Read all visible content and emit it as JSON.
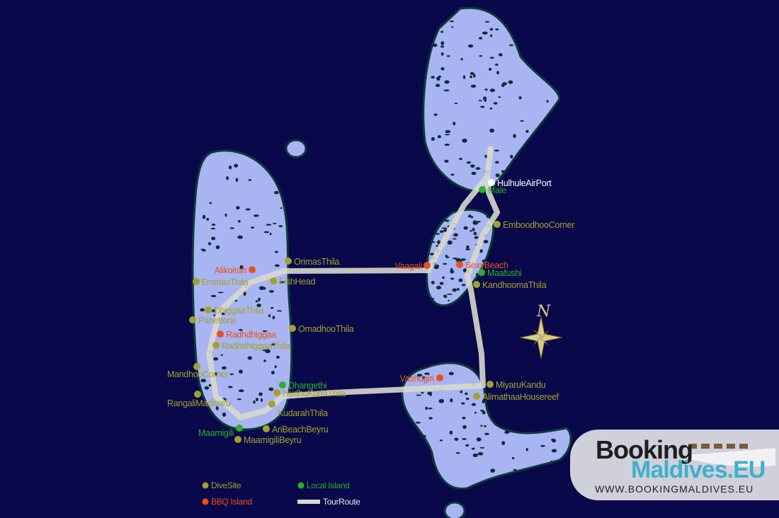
{
  "map": {
    "colors": {
      "sea": "#08084a",
      "island": "#a9b5f2",
      "route": "#d8d8cc",
      "dive": "#a3a02c",
      "bbq": "#e8501e",
      "local": "#2bb02b"
    },
    "airport": "HulhuleAirPort",
    "dive_sites": [
      "OrimasThila",
      "FishHead",
      "EmmasThila",
      "DhiggaaThila",
      "Panettone",
      "OmadhooThila",
      "RadhdhiggaaThila",
      "MandhooCorner",
      "RangaliMadivaru",
      "HudhuKudaThila",
      "KudarahThila",
      "AriBeachBeyru",
      "MaamigiliBeyru",
      "EmboodhooCorner",
      "KandhoomaThila",
      "MiyaruKandu",
      "AlimathaaHousereef"
    ],
    "bbq_islands": [
      "Alikoirah",
      "Radhdhiggaa",
      "Vaagali",
      "SexyBeach",
      "Vashugiri"
    ],
    "local_islands": [
      "Male",
      "Maafushi",
      "Dhangethi",
      "Maamigili"
    ]
  },
  "legend": {
    "dive": "DiveSite",
    "local": "Local Island",
    "bbq": "BBQ Island",
    "route": "TourRoute"
  },
  "compass": {
    "label": "N"
  },
  "logo": {
    "line1": "Booking",
    "line2": "Maldives.EU",
    "url": "WWW.BOOKINGMALDIVES.EU"
  }
}
